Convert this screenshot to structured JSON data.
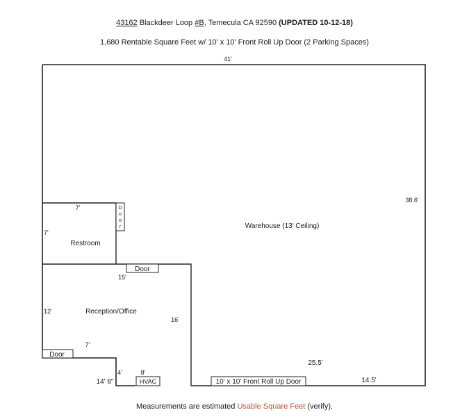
{
  "header": {
    "line1_address_number": "43162",
    "line1_street": " Blackdeer Loop ",
    "line1_unit": "#B",
    "line1_city": ", Temecula CA 92590 ",
    "line1_updated": "(UPDATED 10-12-18)",
    "line2": "1,680 Rentable Square Feet w/ 10' x 10' Front Roll Up Door (2 Parking Spaces)"
  },
  "dimensions": {
    "top_width": "41'",
    "right_height": "38.6'",
    "restroom_width": "7'",
    "restroom_height": "7'",
    "office_width": "15'",
    "office_height": "12'",
    "office_right_height": "16'",
    "lower_office_width": "7'",
    "notch_height": "4'",
    "hvac_width": "8'",
    "bottom_left": "14' 8\"",
    "front_segment": "25.5'",
    "right_segment": "14.5'"
  },
  "rooms": {
    "warehouse": "Warehouse (13' Ceiling)",
    "restroom": "Restroom",
    "office": "Reception/Office"
  },
  "labels": {
    "restroom_door_letters": [
      "D",
      "o",
      "o",
      "r"
    ],
    "office_door": "Door",
    "exterior_door": "Door",
    "hvac": "HVAC",
    "roll_up_door": "10' x 10' Front Roll Up Door"
  },
  "footer": {
    "text_before": "Measurements are estimated ",
    "text_link": "Usable Square Feet",
    "text_after": " (verify)."
  }
}
